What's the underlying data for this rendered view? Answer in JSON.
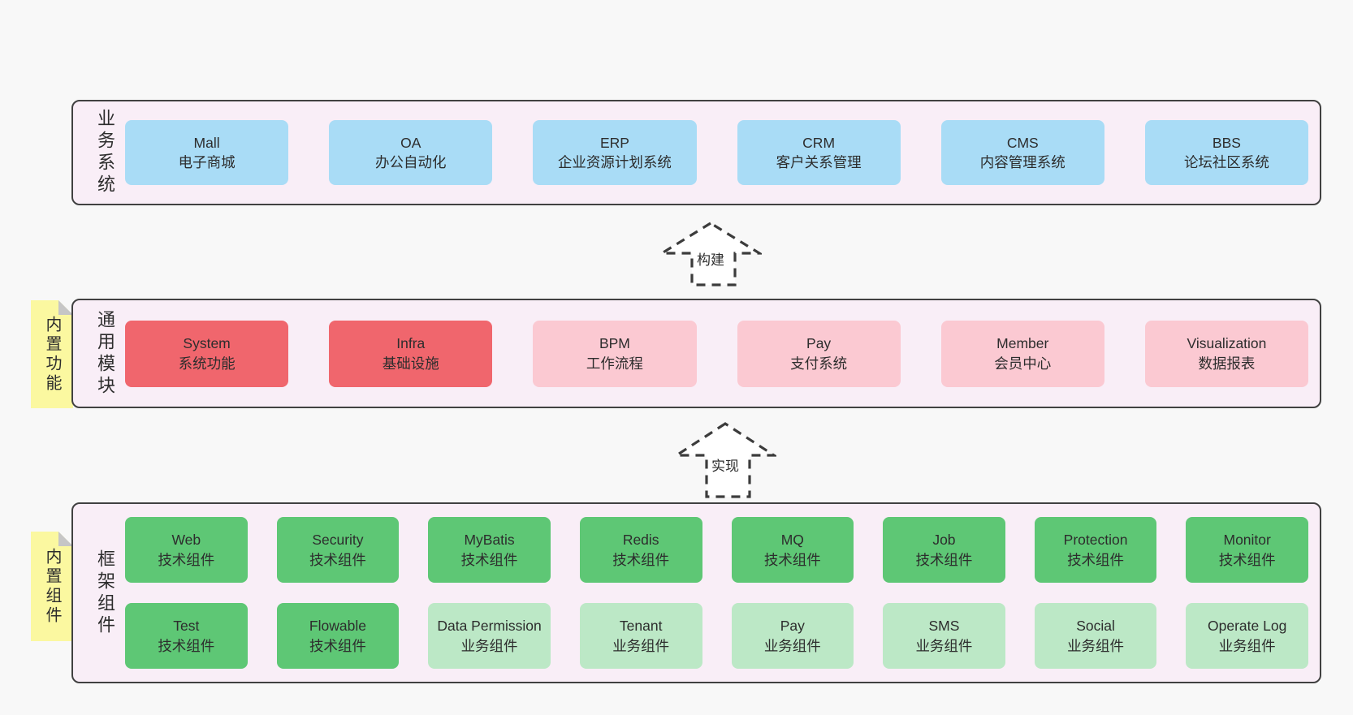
{
  "diagram": {
    "colors": {
      "band_background": "#f9eef7",
      "band_border": "#414141",
      "blue": "#a9dcf6",
      "red": "#f0666d",
      "pink": "#fbc9d2",
      "green": "#5ec775",
      "light_green": "#bce8c6",
      "sticky_yellow": "#fbf8a0",
      "page_background": "#f8f8f8"
    },
    "arrows": {
      "build": "构建",
      "implement": "实现"
    },
    "bands": {
      "business": {
        "label": "业务系统",
        "boxes": [
          {
            "title": "Mall",
            "subtitle": "电子商城",
            "variant": "blue"
          },
          {
            "title": "OA",
            "subtitle": "办公自动化",
            "variant": "blue"
          },
          {
            "title": "ERP",
            "subtitle": "企业资源计划系统",
            "variant": "blue"
          },
          {
            "title": "CRM",
            "subtitle": "客户关系管理",
            "variant": "blue"
          },
          {
            "title": "CMS",
            "subtitle": "内容管理系统",
            "variant": "blue"
          },
          {
            "title": "BBS",
            "subtitle": "论坛社区系统",
            "variant": "blue"
          }
        ]
      },
      "common": {
        "label": "通用模块",
        "sticky": "内置功能",
        "boxes": [
          {
            "title": "System",
            "subtitle": "系统功能",
            "variant": "red"
          },
          {
            "title": "Infra",
            "subtitle": "基础设施",
            "variant": "red"
          },
          {
            "title": "BPM",
            "subtitle": "工作流程",
            "variant": "pink"
          },
          {
            "title": "Pay",
            "subtitle": "支付系统",
            "variant": "pink"
          },
          {
            "title": "Member",
            "subtitle": "会员中心",
            "variant": "pink"
          },
          {
            "title": "Visualization",
            "subtitle": "数据报表",
            "variant": "pink"
          }
        ]
      },
      "framework": {
        "label": "框架组件",
        "sticky": "内置组件",
        "row1": [
          {
            "title": "Web",
            "subtitle": "技术组件",
            "variant": "green"
          },
          {
            "title": "Security",
            "subtitle": "技术组件",
            "variant": "green"
          },
          {
            "title": "MyBatis",
            "subtitle": "技术组件",
            "variant": "green"
          },
          {
            "title": "Redis",
            "subtitle": "技术组件",
            "variant": "green"
          },
          {
            "title": "MQ",
            "subtitle": "技术组件",
            "variant": "green"
          },
          {
            "title": "Job",
            "subtitle": "技术组件",
            "variant": "green"
          },
          {
            "title": "Protection",
            "subtitle": "技术组件",
            "variant": "green"
          },
          {
            "title": "Monitor",
            "subtitle": "技术组件",
            "variant": "green"
          }
        ],
        "row2": [
          {
            "title": "Test",
            "subtitle": "技术组件",
            "variant": "green"
          },
          {
            "title": "Flowable",
            "subtitle": "技术组件",
            "variant": "green"
          },
          {
            "title": "Data Permission",
            "subtitle": "业务组件",
            "variant": "lightgreen"
          },
          {
            "title": "Tenant",
            "subtitle": "业务组件",
            "variant": "lightgreen"
          },
          {
            "title": "Pay",
            "subtitle": "业务组件",
            "variant": "lightgreen"
          },
          {
            "title": "SMS",
            "subtitle": "业务组件",
            "variant": "lightgreen"
          },
          {
            "title": "Social",
            "subtitle": "业务组件",
            "variant": "lightgreen"
          },
          {
            "title": "Operate Log",
            "subtitle": "业务组件",
            "variant": "lightgreen"
          }
        ]
      }
    }
  }
}
